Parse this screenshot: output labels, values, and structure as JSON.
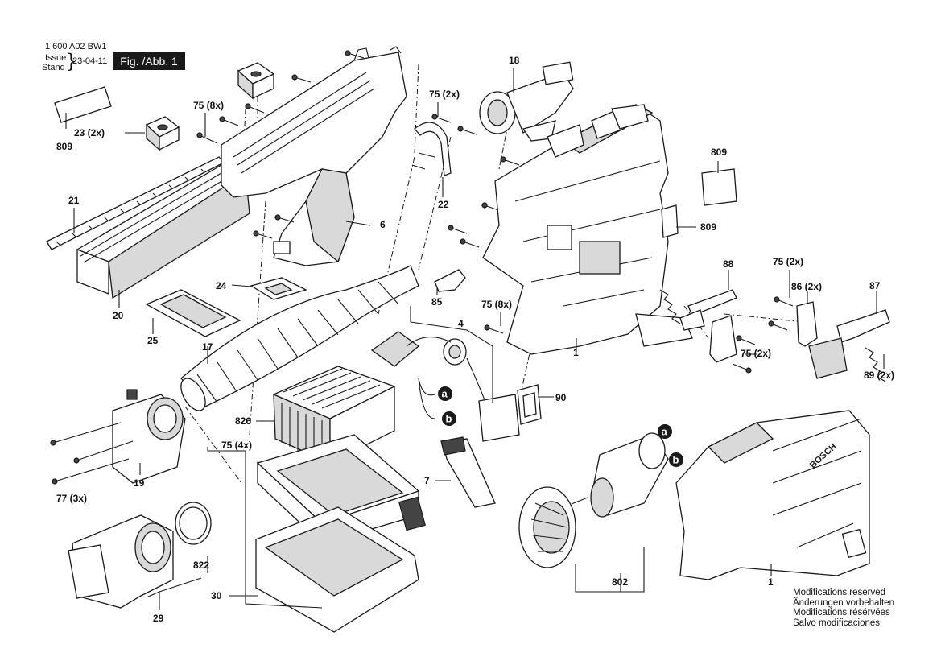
{
  "header": {
    "doc_number": "1 600 A02 BW1",
    "issue_label": "Issue",
    "stand_label": "Stand",
    "date": "23-04-11",
    "figure_label": "Fig. /Abb. 1"
  },
  "callouts": {
    "c809a": "809",
    "c23": "23 (2x)",
    "c75_8x_top": "75 (8x)",
    "c21": "21",
    "c20": "20",
    "c6": "6",
    "c75_2x_top": "75 (2x)",
    "c22": "22",
    "c18": "18",
    "c809b": "809",
    "c809c": "809",
    "c88": "88",
    "c75_2x_right": "75 (2x)",
    "c86": "86 (2x)",
    "c87": "87",
    "c24": "24",
    "c25": "25",
    "c85": "85",
    "c75_8x_mid": "75 (8x)",
    "c4": "4",
    "c1_housing": "1",
    "c75_2x_lower": "75 (2x)",
    "c89": "89 (2x)",
    "c17": "17",
    "c90": "90",
    "c826": "826",
    "c75_4x": "75 (4x)",
    "c7": "7",
    "c19": "19",
    "c77": "77 (3x)",
    "c822": "822",
    "c29": "29",
    "c30": "30",
    "c802": "802",
    "c1_cover": "1"
  },
  "markers": {
    "a": "a",
    "b": "b"
  },
  "brand_text": "BOSCH",
  "notes": [
    "Modifications reserved",
    "Änderungen vorbehalten",
    "Modifications résérvées",
    "Salvo modificaciones"
  ]
}
